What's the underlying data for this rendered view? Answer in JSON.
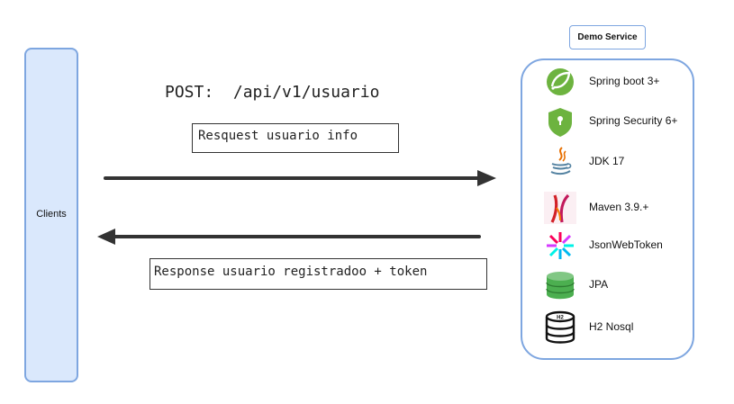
{
  "clients": {
    "label": "Clients"
  },
  "request": {
    "endpoint": "POST:  /api/v1/usuario",
    "note": "Resquest usuario info"
  },
  "response": {
    "note": "Response usuario registradoo + token"
  },
  "service": {
    "title": "Demo Service",
    "technologies": [
      {
        "label": "Spring boot 3+",
        "icon": "spring-icon"
      },
      {
        "label": "Spring Security 6+",
        "icon": "shield-icon"
      },
      {
        "label": "JDK 17",
        "icon": "java-icon"
      },
      {
        "label": "Maven 3.9.+",
        "icon": "maven-icon"
      },
      {
        "label": "JsonWebToken",
        "icon": "jwt-icon"
      },
      {
        "label": "JPA",
        "icon": "database-icon"
      },
      {
        "label": "H2 Nosql",
        "icon": "h2-database-icon",
        "badge": "H2"
      }
    ]
  }
}
